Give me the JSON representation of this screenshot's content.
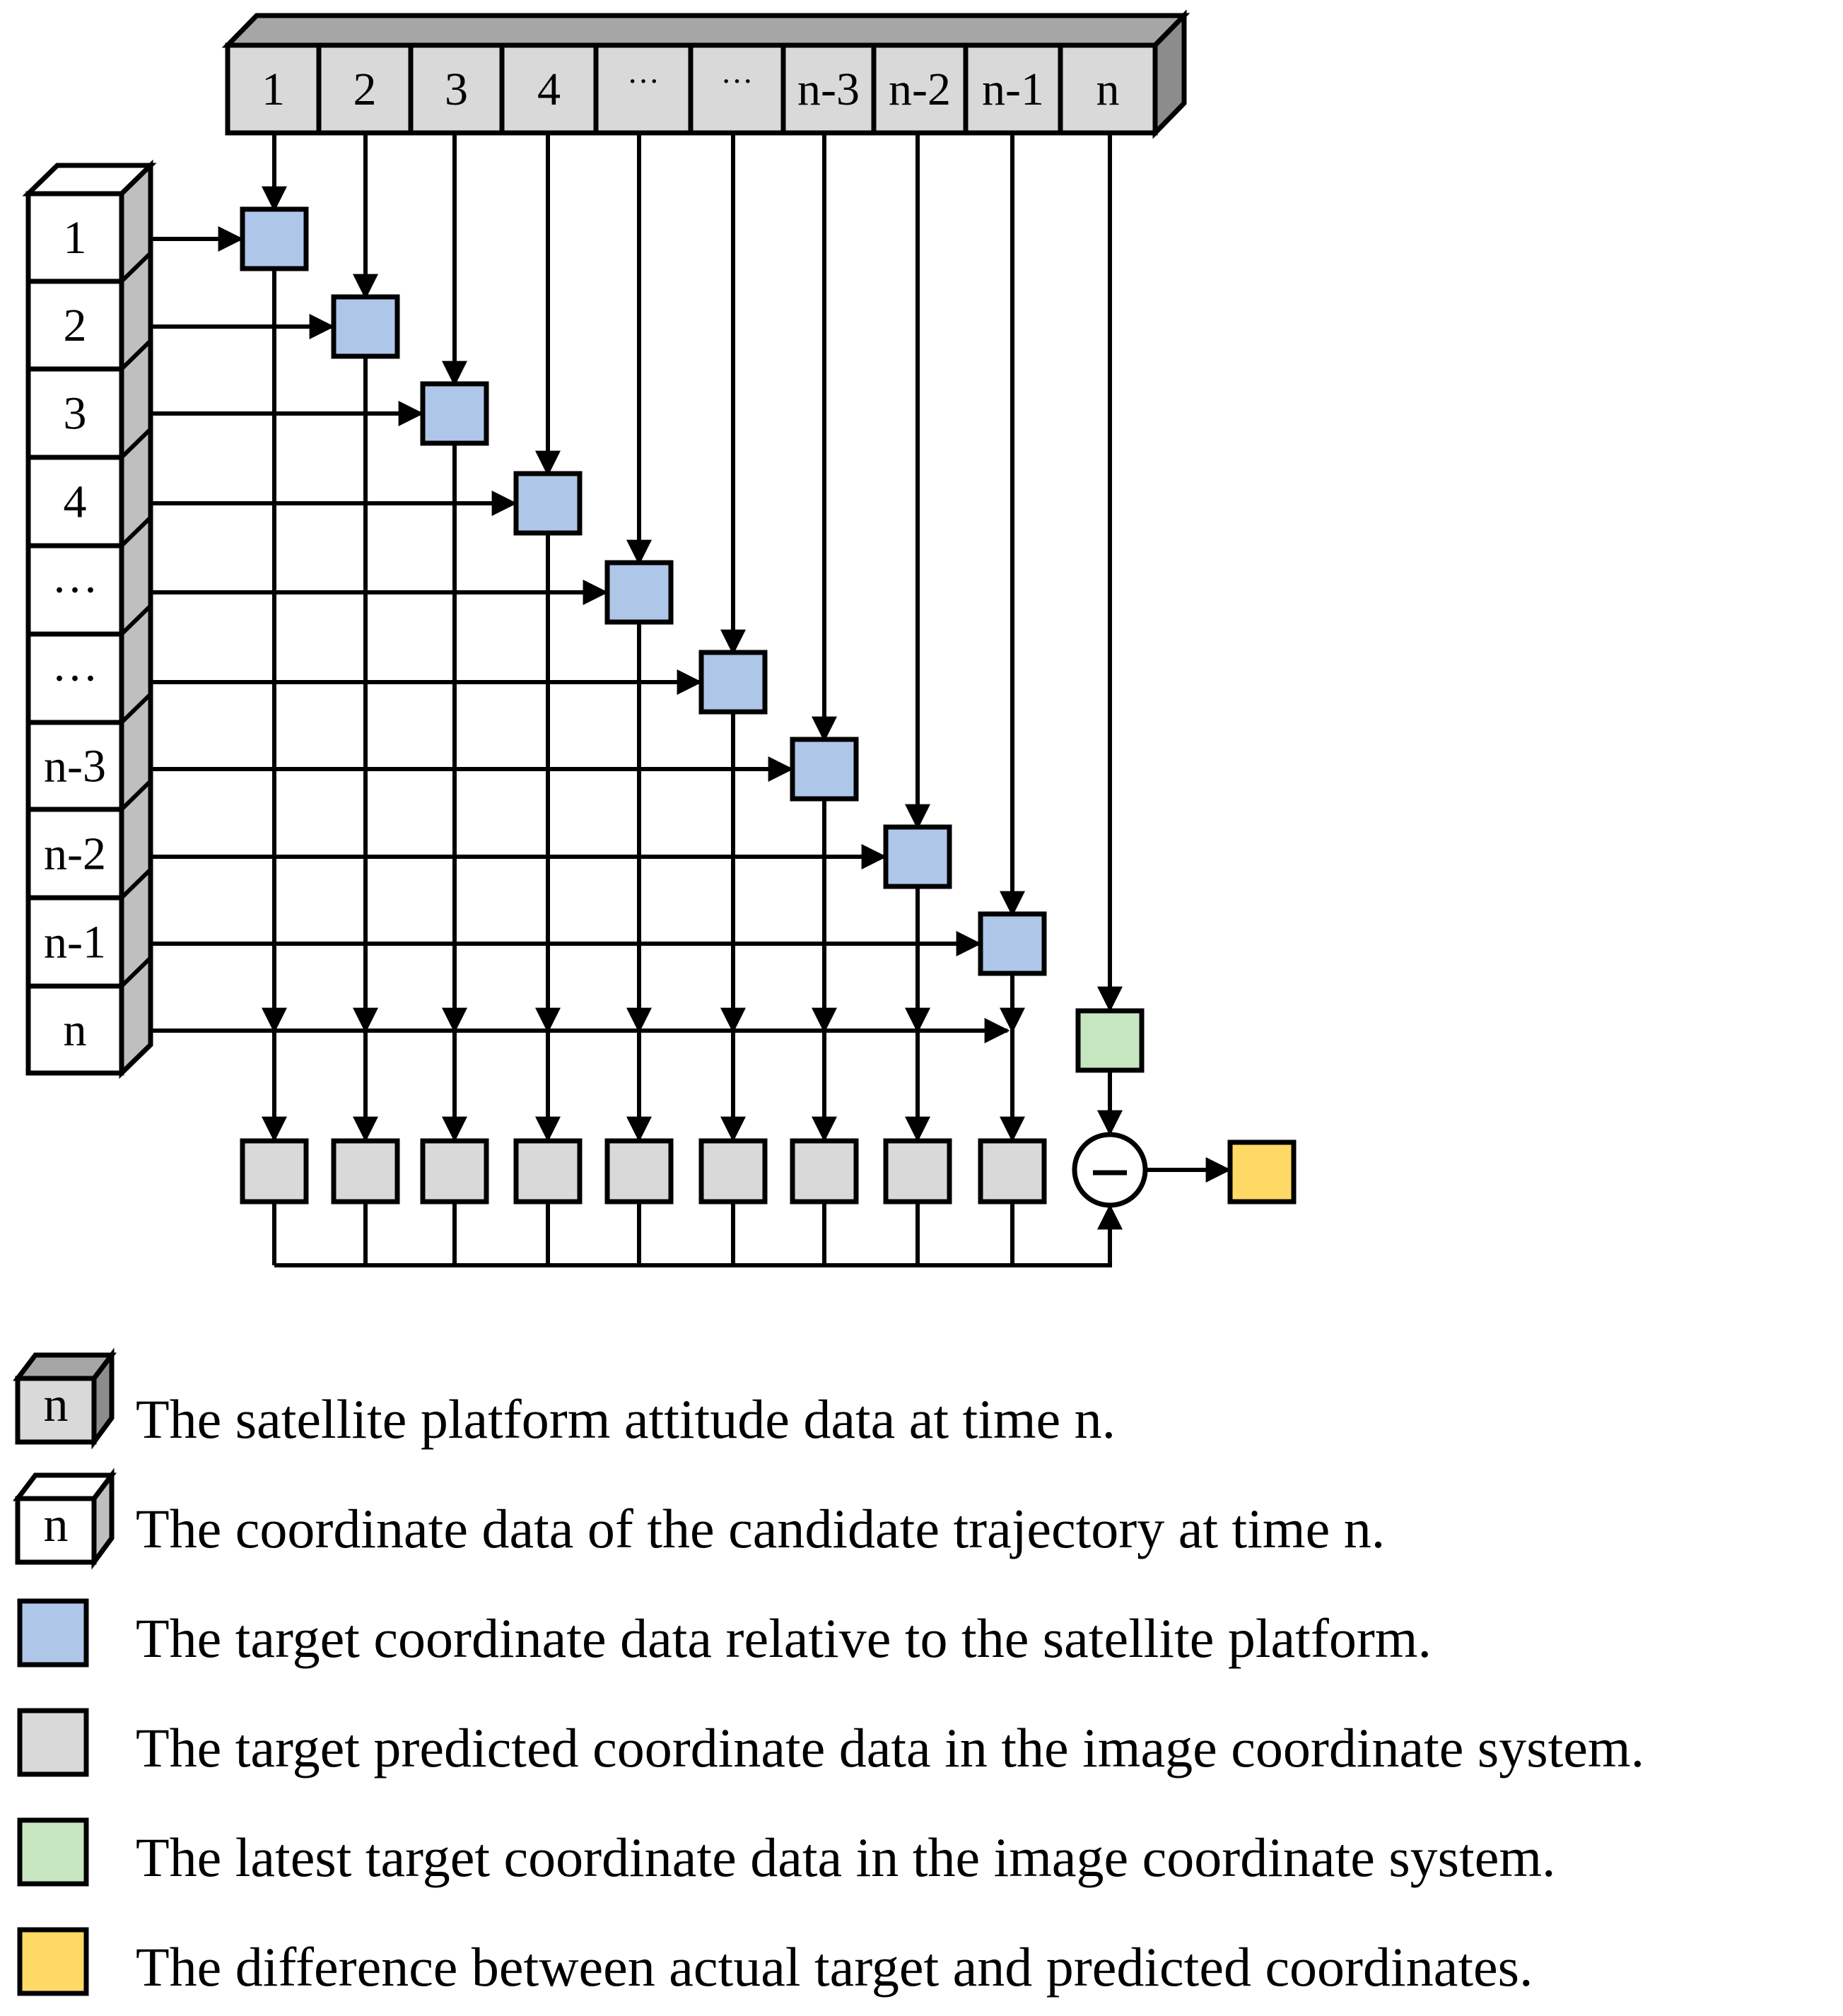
{
  "top_row": {
    "labels": [
      "1",
      "2",
      "3",
      "4",
      "···",
      "···",
      "n-3",
      "n-2",
      "n-1",
      "n"
    ]
  },
  "left_column": {
    "labels": [
      "1",
      "2",
      "3",
      "4",
      "···",
      "···",
      "n-3",
      "n-2",
      "n-1",
      "n"
    ]
  },
  "operator": {
    "symbol": "—"
  },
  "colors": {
    "attitude_cube": "#d9d9d9",
    "attitude_cube_dark": "#a6a6a6",
    "attitude_cube_side": "#8c8c8c",
    "trajectory_cube": "#ffffff",
    "trajectory_cube_side": "#bfbfbf",
    "relative_coord": "#aec6e8",
    "predicted_coord": "#d9d9d9",
    "latest_coord": "#c6e6c0",
    "difference": "#ffd966"
  },
  "legend": {
    "attitude_label": "n",
    "trajectory_label": "n",
    "items": [
      "The satellite platform attitude data at time n.",
      "The coordinate data of the candidate trajectory at time n.",
      "The target coordinate data relative to the satellite platform.",
      "The target predicted coordinate data in the image coordinate system.",
      "The latest target coordinate data in the image coordinate system.",
      "The difference between actual target and predicted coordinates."
    ]
  }
}
